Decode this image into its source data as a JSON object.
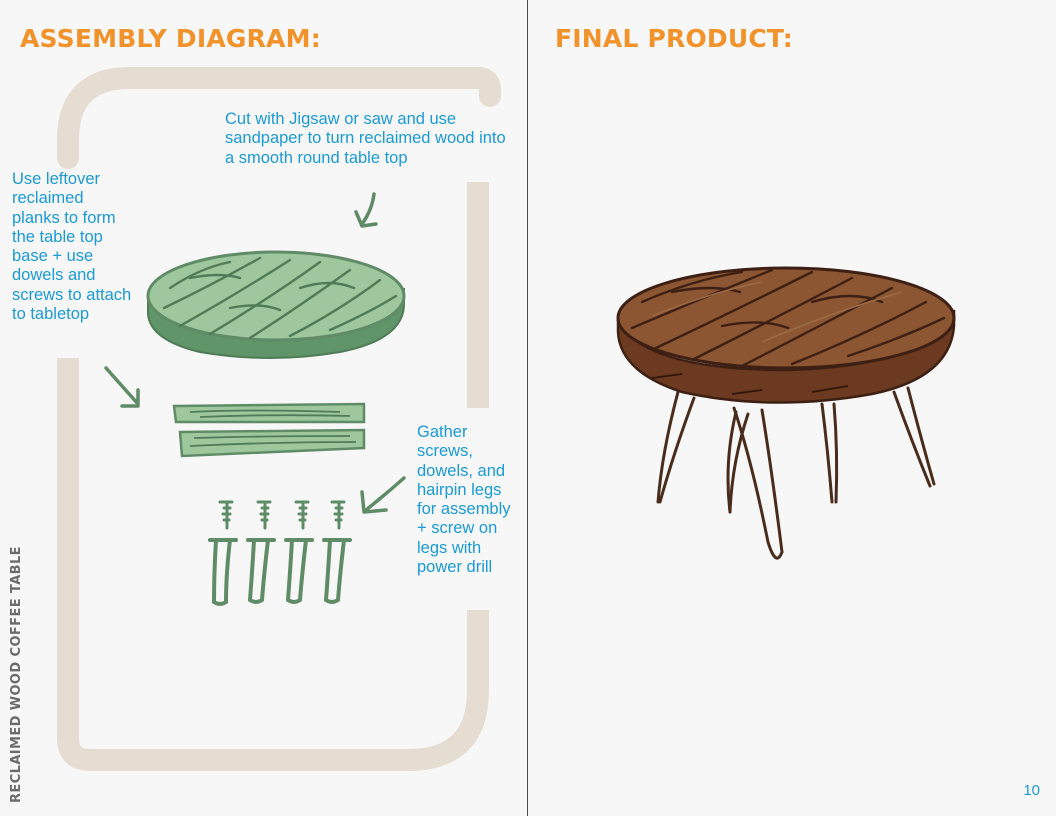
{
  "left": {
    "heading": "ASSEMBLY DIAGRAM:",
    "notes": {
      "top": "Cut with Jigsaw or saw and use sandpaper to turn reclaimed wood into a smooth round table top",
      "left": "Use leftover reclaimed planks to form the table top base + use dowels and screws to attach to tabletop",
      "right": "Gather screws, dowels, and hairpin legs for assembly + screw on legs with power drill"
    }
  },
  "right": {
    "heading": "FINAL PRODUCT:"
  },
  "footer": {
    "side_title": "RECLAIMED WOOD COFFEE TABLE",
    "page_number": "10"
  },
  "colors": {
    "heading": "#f2922b",
    "notes": "#1a9ad6",
    "frame": "#e5dcd2",
    "diagram_green": "#6f9e74",
    "wood": "#8a5331"
  },
  "icons": [
    "curved-arrow-icon",
    "tabletop-illustration",
    "plank-illustration",
    "screw-illustration",
    "hairpin-leg-illustration",
    "coffee-table-illustration"
  ]
}
